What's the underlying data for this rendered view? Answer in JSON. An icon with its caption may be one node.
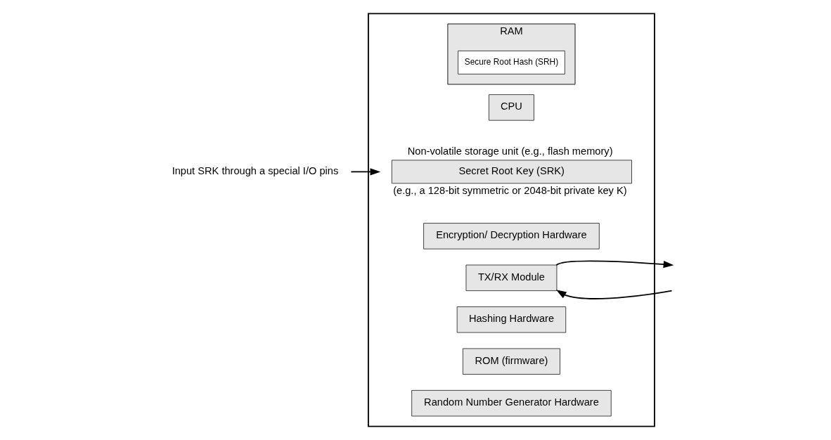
{
  "diagram": {
    "nodes": [
      {
        "text": [],
        "shape": "box"
      },
      {
        "text": [
          "Input SRK through a special I/O pins"
        ]
      },
      {
        "text": [
          "CPU"
        ],
        "in": 0
      },
      {
        "text": [
          "Non-volatile storage unit (e.g., flash memory)",
          "Secret Root Key (SRK)"
        ],
        "beside": [
          "(e.g., a 128-bit symmetric or 2048-bit private key K)"
        ],
        "in": 0
      },
      {
        "text": [
          "Encryption/ Decryption Hardware"
        ],
        "in": 0
      },
      {
        "text": [
          "TX/RX Module"
        ],
        "in": 0
      },
      {
        "text": [
          "Hashing Hardware"
        ],
        "in": 0
      },
      {
        "text": [
          "ROM (firmware)"
        ],
        "in": 0
      },
      {
        "text": [
          "RAM"
        ],
        "in": 0
      },
      {
        "text": [
          "Secure Root Hash (SRH)"
        ],
        "in": 8
      },
      {
        "text": [
          "Random Number Generator Hardware"
        ],
        "in": 0
      }
    ],
    "edges": [
      {
        "from": 1,
        "to": 3,
        "arrow": "to"
      },
      {
        "from": null,
        "to": 5,
        "arrow": "to"
      },
      {
        "from": 5,
        "to": null,
        "arrow": "to"
      }
    ]
  }
}
